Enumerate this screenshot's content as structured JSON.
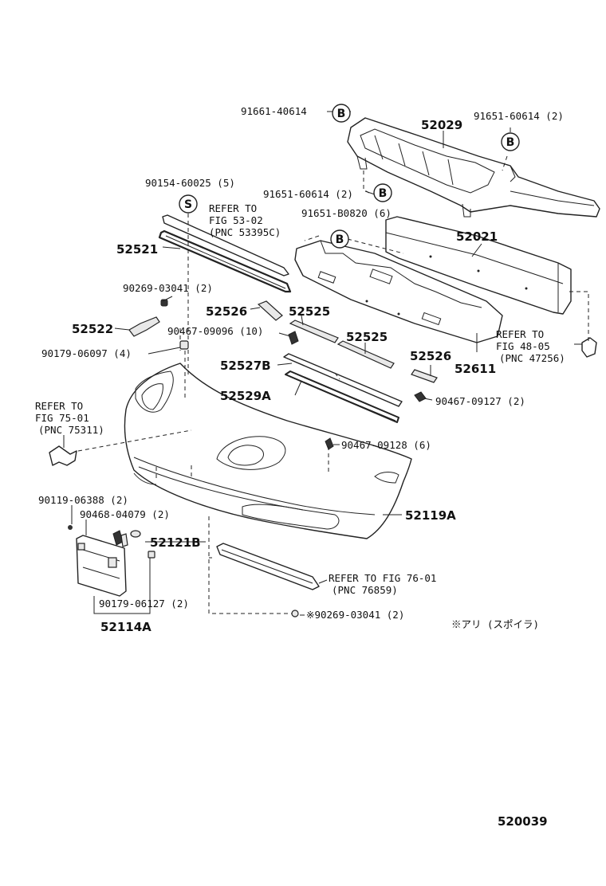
{
  "parts": {
    "p52029": "52029",
    "p52021": "52021",
    "p52611": "52611",
    "p52521": "52521",
    "p52522": "52522",
    "p52526a": "52526",
    "p52525a": "52525",
    "p52525b": "52525",
    "p52526b": "52526",
    "p52527B": "52527B",
    "p52529A": "52529A",
    "p52119A": "52119A",
    "p52121B": "52121B",
    "p52114A": "52114A"
  },
  "fasteners": {
    "f91661_40614": "91661-40614",
    "f91651_60614_2a": "91651-60614 (2)",
    "f91651_60614_2b": "91651-60614 (2)",
    "f91651_B0820_6": "91651-B0820 (6)",
    "f90154_60025_5": "90154-60025 (5)",
    "f90269_03041_2": "90269-03041 (2)",
    "f90467_09096_10": "90467-09096 (10)",
    "f90179_06097_4": "90179-06097 (4)",
    "f90467_09127_2": "90467-09127 (2)",
    "f90467_09128_6": "90467-09128 (6)",
    "f90119_06388_2": "90119-06388 (2)",
    "f90468_04079_2": "90468-04079 (2)",
    "f90179_06127_2": "90179-06127 (2)",
    "f90269_03041_2b": "※90269-03041 (2)"
  },
  "references": {
    "ref_53_02": [
      "REFER TO",
      "FIG 53-02",
      "(PNC 53395C)"
    ],
    "ref_48_05": [
      "REFER TO",
      "FIG 48-05",
      "(PNC 47256)"
    ],
    "ref_75_01": [
      "REFER TO",
      "FIG 75-01",
      "(PNC 75311)"
    ],
    "ref_76_01": [
      "REFER TO FIG 76-01",
      "(PNC 76859)"
    ]
  },
  "markers": {
    "b": "B",
    "s": "S"
  },
  "note": "※アリ (スポイラ)",
  "figure_number": "520039"
}
